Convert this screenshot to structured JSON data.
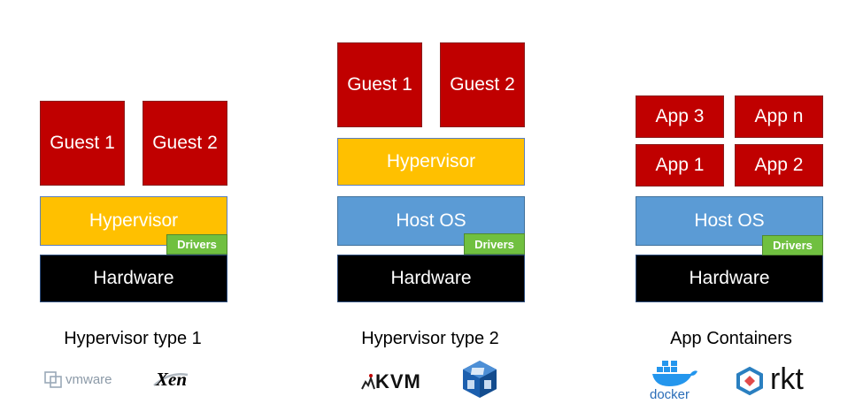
{
  "type1": {
    "guests": [
      "Guest 1",
      "Guest 2"
    ],
    "hypervisor": "Hypervisor",
    "drivers": "Drivers",
    "hardware": "Hardware",
    "caption": "Hypervisor type 1",
    "logos": [
      "vmware-logo",
      "xen-logo"
    ],
    "logo_text": [
      "vmware",
      "Xen"
    ]
  },
  "type2": {
    "guests": [
      "Guest 1",
      "Guest 2"
    ],
    "hypervisor": "Hypervisor",
    "host_os": "Host OS",
    "drivers": "Drivers",
    "hardware": "Hardware",
    "caption": "Hypervisor type 2",
    "logos": [
      "kvm-logo",
      "virtualbox-logo"
    ],
    "logo_text": [
      "KVM"
    ]
  },
  "containers": {
    "apps": [
      "App 3",
      "App n",
      "App 1",
      "App 2"
    ],
    "host_os": "Host OS",
    "drivers": "Drivers",
    "hardware": "Hardware",
    "caption": "App Containers",
    "logos": [
      "docker-logo",
      "rkt-logo"
    ],
    "logo_text": [
      "docker",
      "rkt"
    ]
  },
  "colors": {
    "guest": "#c00000",
    "hypervisor": "#ffc000",
    "host_os": "#5b9bd5",
    "hardware": "#000000",
    "drivers": "#70c040"
  }
}
